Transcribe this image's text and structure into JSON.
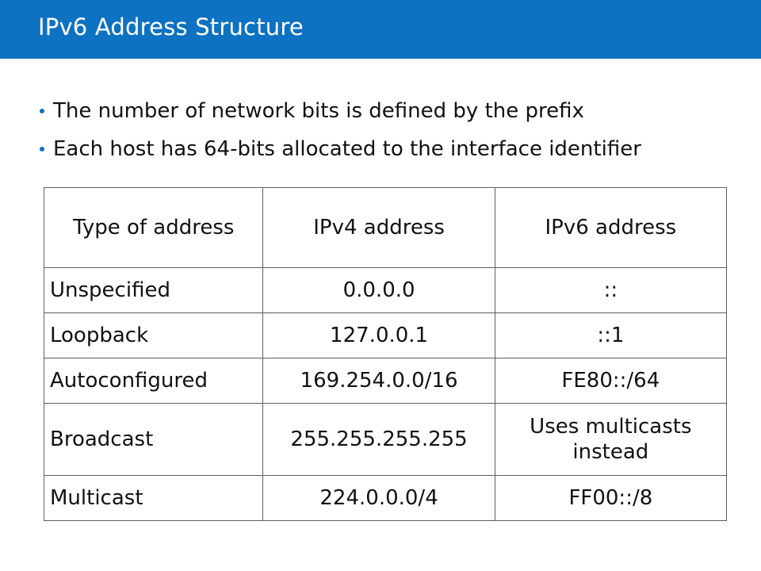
{
  "slide": {
    "title": "IPv6 Address Structure",
    "accent_color": "#0e72c2"
  },
  "bullets": [
    "The number of network bits is defined by the prefix",
    "Each host has 64-bits allocated to the interface identifier"
  ],
  "table": {
    "headers": [
      "Type of address",
      "IPv4 address",
      "IPv6 address"
    ],
    "rows": [
      [
        "Unspecified",
        "0.0.0.0",
        "::"
      ],
      [
        "Loopback",
        "127.0.0.1",
        "::1"
      ],
      [
        "Autoconfigured",
        "169.254.0.0/16",
        "FE80::/64"
      ],
      [
        "Broadcast",
        "255.255.255.255",
        "Uses multicasts instead"
      ],
      [
        "Multicast",
        "224.0.0.0/4",
        "FF00::/8"
      ]
    ]
  }
}
